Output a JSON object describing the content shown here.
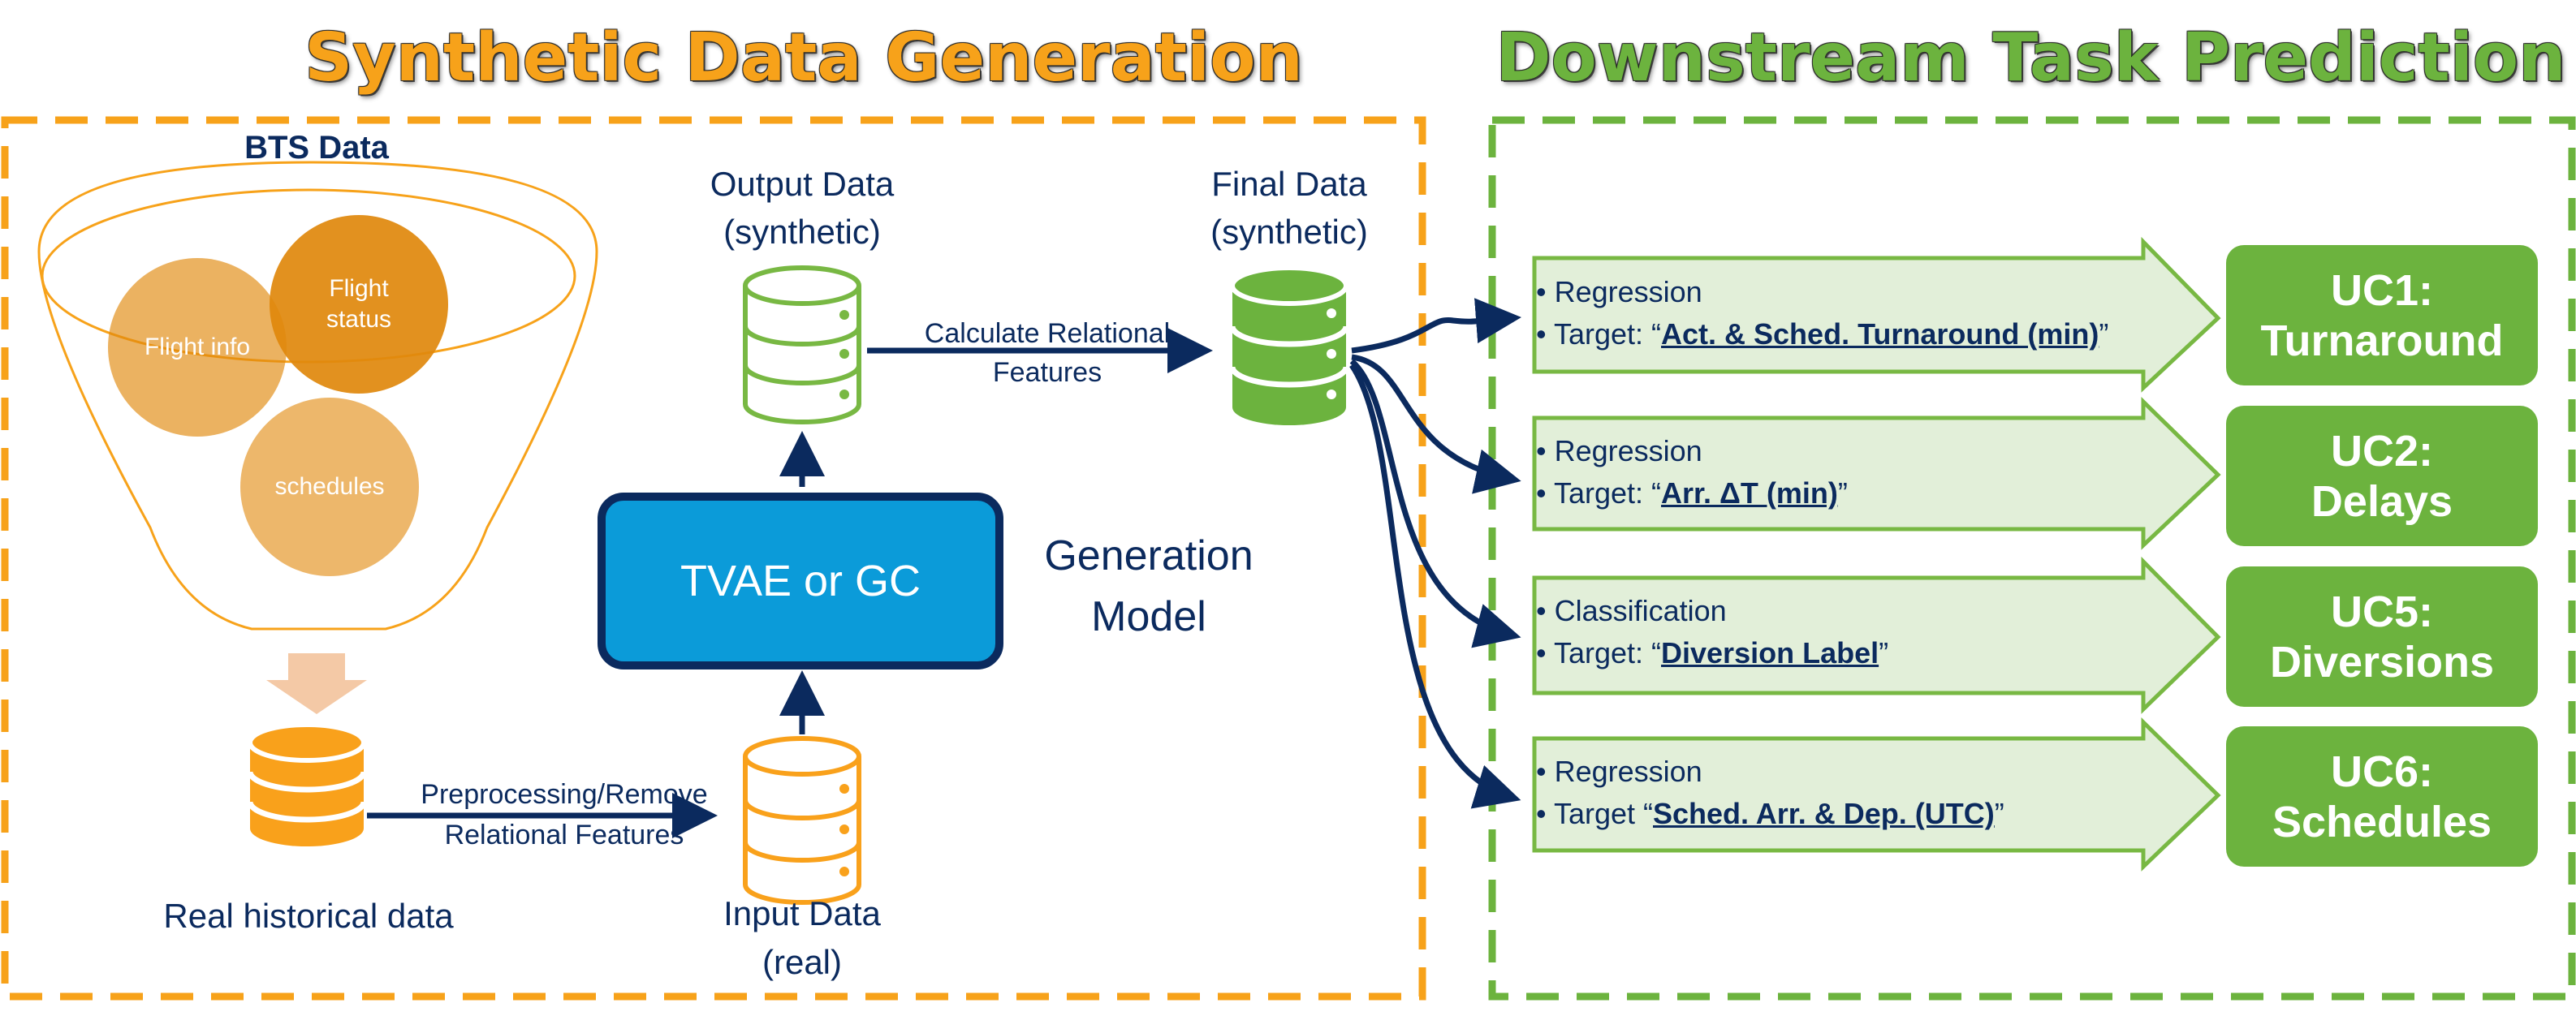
{
  "titles": {
    "left": "Synthetic Data Generation",
    "right": "Downstream Task Prediction"
  },
  "bts": {
    "title": "BTS Data",
    "circles": [
      "Flight info",
      "Flight\nstatus",
      "schedules"
    ]
  },
  "nodes": {
    "real_historical": "Real historical data",
    "preprocess_line1": "Preprocessing/Remove",
    "preprocess_line2": "Relational Features",
    "input_line1": "Input Data",
    "input_line2": "(real)",
    "model_box": "TVAE or GC",
    "model_label_line1": "Generation",
    "model_label_line2": "Model",
    "output_line1": "Output Data",
    "output_line2": "(synthetic)",
    "calc_line1": "Calculate Relational",
    "calc_line2": "Features",
    "final_line1": "Final Data",
    "final_line2": "(synthetic)"
  },
  "tasks": [
    {
      "type": "• Regression",
      "prefix": "• Target: “",
      "target": "Act. & Sched. Turnaround (min)",
      "suffix": "”",
      "uc_line1": "UC1:",
      "uc_line2": "Turnaround"
    },
    {
      "type": "• Regression",
      "prefix": "• Target: “",
      "target": "Arr. ΔT (min)",
      "suffix": "”",
      "uc_line1": "UC2:",
      "uc_line2": "Delays"
    },
    {
      "type": "• Classification",
      "prefix": "• Target: “",
      "target": "Diversion Label",
      "suffix": "”",
      "uc_line1": "UC5:",
      "uc_line2": "Diversions"
    },
    {
      "type": "• Regression",
      "prefix": "• Target “",
      "target": "Sched. Arr. & Dep. (UTC)",
      "suffix": "”",
      "uc_line1": "UC6:",
      "uc_line2": "Schedules"
    }
  ],
  "colors": {
    "orange": "#f7a21a",
    "green": "#6cb33e",
    "navy": "#0b2a5e",
    "blue": "#0b9bd9",
    "light_green": "#e2efd9"
  }
}
